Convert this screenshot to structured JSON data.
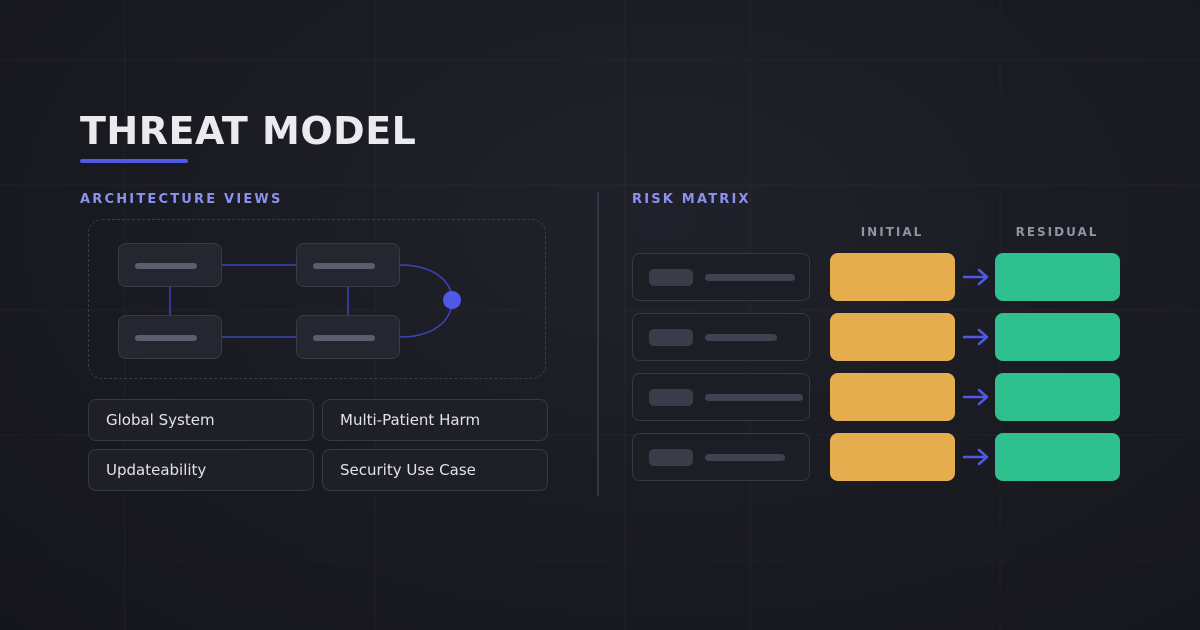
{
  "header": {
    "title": "THREAT MODEL"
  },
  "architecture": {
    "label": "ARCHITECTURE VIEWS",
    "chips": [
      "Global System",
      "Multi-Patient Harm",
      "Updateability",
      "Security Use Case"
    ]
  },
  "risk_matrix": {
    "label": "RISK MATRIX",
    "columns": {
      "initial": "INITIAL",
      "residual": "RESIDUAL"
    }
  },
  "colors": {
    "accent": "#4f59e6",
    "initial_risk": "#e6ad4e",
    "residual_risk": "#2ec08e"
  }
}
